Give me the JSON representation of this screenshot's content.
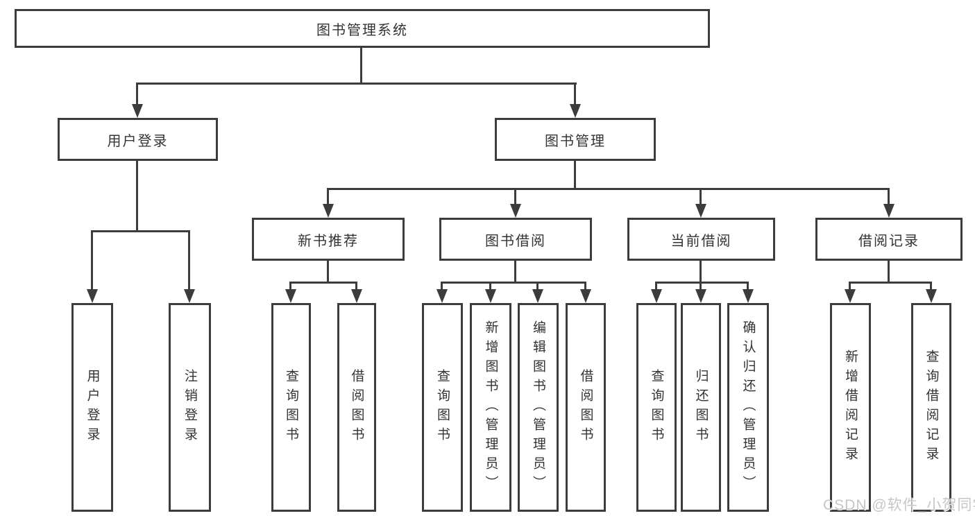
{
  "diagram": {
    "nodes": {
      "root": "图书管理系统",
      "user_login": "用户登录",
      "book_management": "图书管理",
      "new_book_recommend": "新书推荐",
      "book_borrowing": "图书借阅",
      "current_borrowing": "当前借阅",
      "borrowing_records": "借阅记录"
    },
    "leaves": {
      "user_login": [
        "用户登录",
        "注销登录"
      ],
      "new_book_recommend": [
        "查询图书",
        "借阅图书"
      ],
      "book_borrowing": [
        "查询图书",
        "新增图书（管理员）",
        "编辑图书（管理员）",
        "借阅图书"
      ],
      "current_borrowing": [
        "查询图书",
        "归还图书",
        "确认归还（管理员）"
      ],
      "borrowing_records": [
        "新增借阅记录",
        "查询借阅记录"
      ]
    },
    "watermark": "CSDN @软件_小贺同学",
    "colors": {
      "line": "#3c3c3c",
      "text": "#333333",
      "watermark": "#c6c6c6",
      "background": "#ffffff"
    }
  }
}
